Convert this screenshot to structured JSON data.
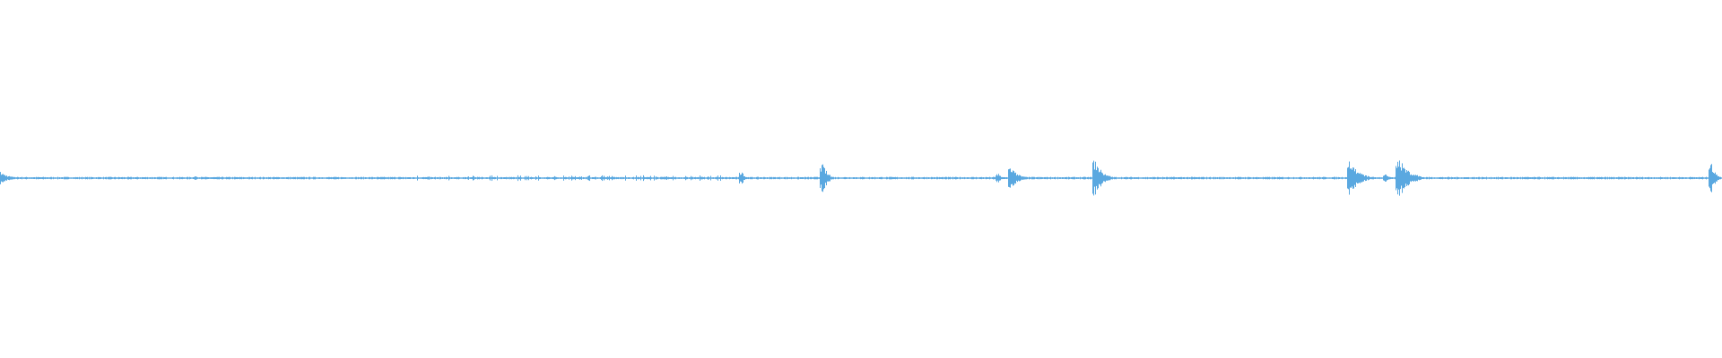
{
  "waveform": {
    "color": "#5aa8e0",
    "background": "#ffffff",
    "duration_fraction_bursts": [
      {
        "at": 0.0,
        "amp": 0.018,
        "spread": 0.012
      },
      {
        "at": 0.114,
        "amp": 0.006,
        "spread": 0.002
      },
      {
        "at": 0.408,
        "amp": 0.004,
        "spread": 0.003
      },
      {
        "at": 0.431,
        "amp": 0.016,
        "spread": 0.004
      },
      {
        "at": 0.478,
        "amp": 0.04,
        "spread": 0.006
      },
      {
        "at": 0.58,
        "amp": 0.012,
        "spread": 0.003
      },
      {
        "at": 0.587,
        "amp": 0.03,
        "spread": 0.01
      },
      {
        "at": 0.636,
        "amp": 0.05,
        "spread": 0.01
      },
      {
        "at": 0.784,
        "amp": 0.05,
        "spread": 0.012
      },
      {
        "at": 0.805,
        "amp": 0.01,
        "spread": 0.003
      },
      {
        "at": 0.812,
        "amp": 0.06,
        "spread": 0.014
      },
      {
        "at": 0.994,
        "amp": 0.04,
        "spread": 0.005
      }
    ],
    "sparse_region": [
      0.23,
      0.42
    ],
    "noise_floor": 0.0025
  }
}
